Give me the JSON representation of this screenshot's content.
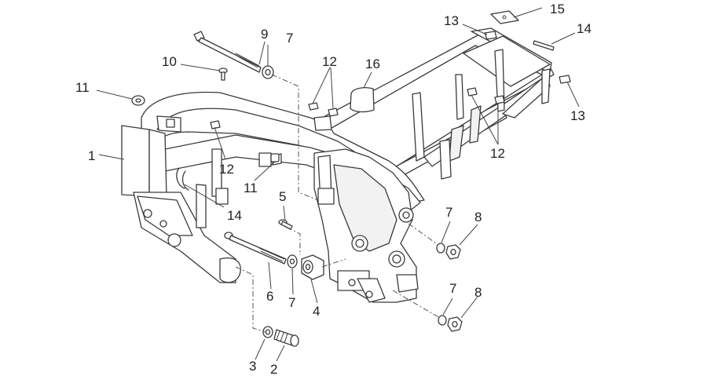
{
  "callouts": [
    {
      "id": "c1",
      "text": "1"
    },
    {
      "id": "c2",
      "text": "2"
    },
    {
      "id": "c3",
      "text": "3"
    },
    {
      "id": "c4",
      "text": "4"
    },
    {
      "id": "c5",
      "text": "5"
    },
    {
      "id": "c6",
      "text": "6"
    },
    {
      "id": "c7a",
      "text": "7"
    },
    {
      "id": "c7b",
      "text": "7"
    },
    {
      "id": "c7c",
      "text": "7"
    },
    {
      "id": "c7d",
      "text": "7"
    },
    {
      "id": "c8a",
      "text": "8"
    },
    {
      "id": "c8b",
      "text": "8"
    },
    {
      "id": "c9",
      "text": "9"
    },
    {
      "id": "c10",
      "text": "10"
    },
    {
      "id": "c11a",
      "text": "11"
    },
    {
      "id": "c11b",
      "text": "11"
    },
    {
      "id": "c12a",
      "text": "12"
    },
    {
      "id": "c12b",
      "text": "12"
    },
    {
      "id": "c12c",
      "text": "12"
    },
    {
      "id": "c13a",
      "text": "13"
    },
    {
      "id": "c13b",
      "text": "13"
    },
    {
      "id": "c14a",
      "text": "14"
    },
    {
      "id": "c14b",
      "text": "14"
    },
    {
      "id": "c15",
      "text": "15"
    },
    {
      "id": "c16",
      "text": "16"
    }
  ]
}
